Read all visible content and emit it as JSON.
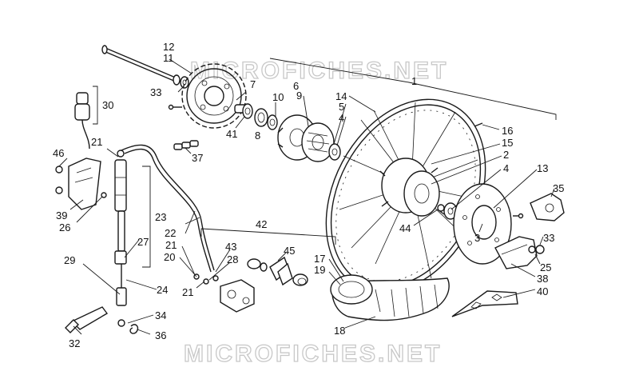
{
  "watermark": {
    "top": "MICROFICHES.NET",
    "bottom": "MICROFICHES.NET"
  },
  "callouts": {
    "n1": "1",
    "n2": "2",
    "n3": "3",
    "n4a": "4",
    "n4b": "4",
    "n5": "5",
    "n6": "6",
    "n7": "7",
    "n8": "8",
    "n9": "9",
    "n10": "10",
    "n11": "11",
    "n12": "12",
    "n13": "13",
    "n14": "14",
    "n15": "15",
    "n16": "16",
    "n17": "17",
    "n18": "18",
    "n19": "19",
    "n20": "20",
    "n21a": "21",
    "n21b": "21",
    "n21c": "21",
    "n22": "22",
    "n23": "23",
    "n24": "24",
    "n25": "25",
    "n26": "26",
    "n27": "27",
    "n28": "28",
    "n29": "29",
    "n30": "30",
    "n32": "32",
    "n33a": "33",
    "n33b": "33",
    "n34": "34",
    "n35": "35",
    "n36": "36",
    "n37": "37",
    "n38": "38",
    "n39": "39",
    "n40": "40",
    "n41": "41",
    "n42": "42",
    "n43": "43",
    "n44": "44",
    "n45": "45",
    "n46": "46"
  }
}
